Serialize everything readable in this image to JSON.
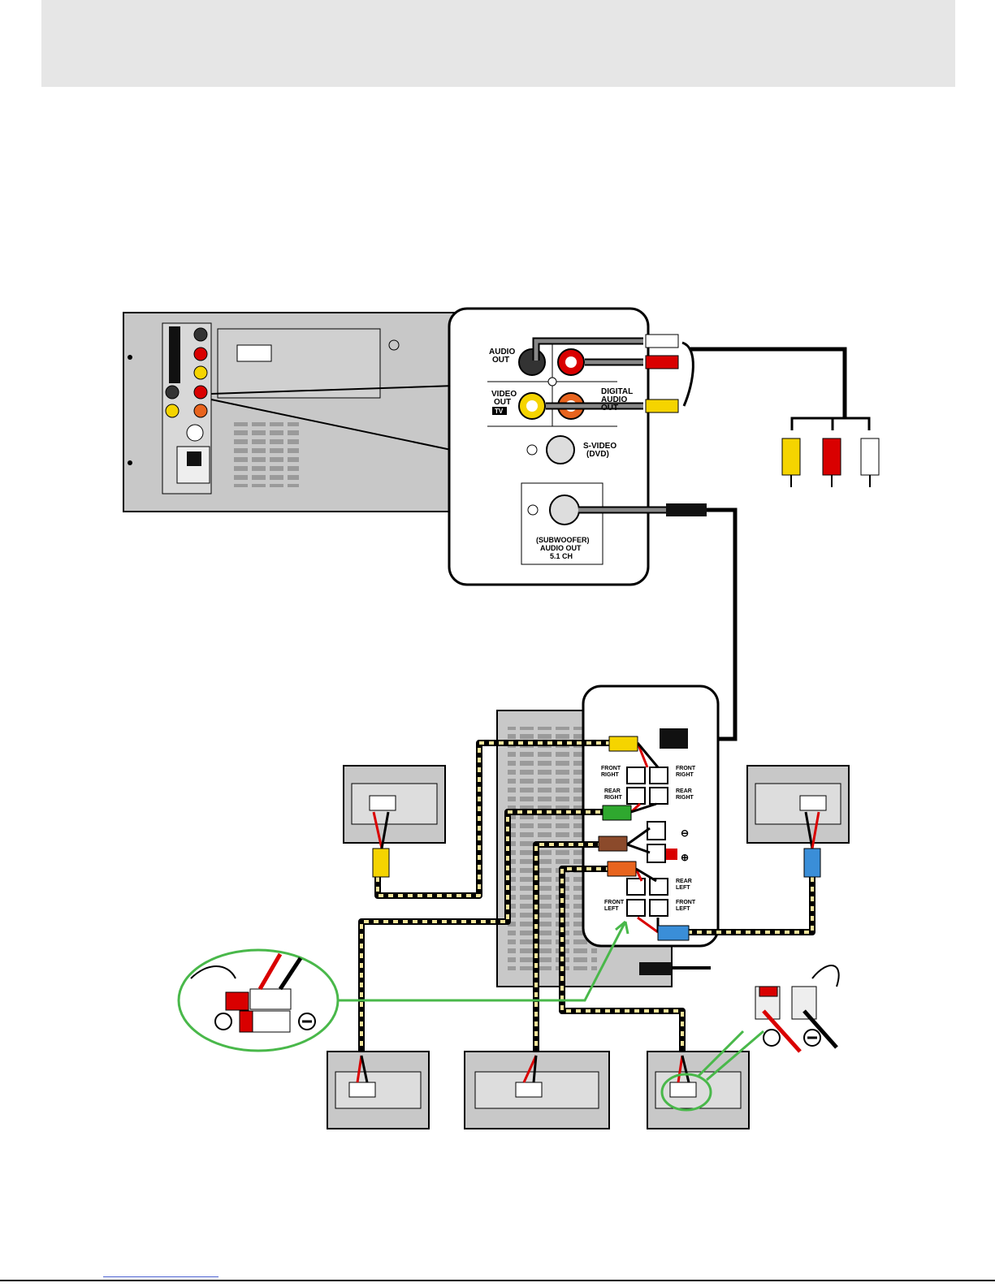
{
  "unit_panel": {
    "audio_out": [
      "AUDIO",
      "OUT"
    ],
    "video_out": [
      "VIDEO",
      "OUT"
    ],
    "tv_badge": "TV",
    "digital_audio": [
      "DIGITAL",
      "AUDIO",
      "OUT"
    ],
    "s_video": [
      "S-VIDEO",
      "(DVD)"
    ],
    "sub_out": [
      "(SUBWOOFER)",
      "AUDIO OUT",
      "5.1 CH"
    ]
  },
  "sub_panel": {
    "front_right": [
      "FRONT",
      "RIGHT"
    ],
    "rear_right": [
      "REAR",
      "RIGHT"
    ],
    "rear_left": [
      "REAR",
      "LEFT"
    ],
    "front_left": [
      "FRONT",
      "LEFT"
    ],
    "minus": "⊖",
    "plus": "⊕"
  },
  "colors": {
    "cable_black": "#111111",
    "cable_yellow": "#f2e49a",
    "plug_yellow": "#f5d400",
    "plug_red": "#d90000",
    "plug_white": "#ffffff",
    "tag_green": "#2fa82f",
    "tag_brown": "#8b4a2b",
    "tag_orange": "#e8641e",
    "tag_blue": "#3a8ed8",
    "callout_green": "#49b84a",
    "device_gray": "#c8c8c8"
  }
}
